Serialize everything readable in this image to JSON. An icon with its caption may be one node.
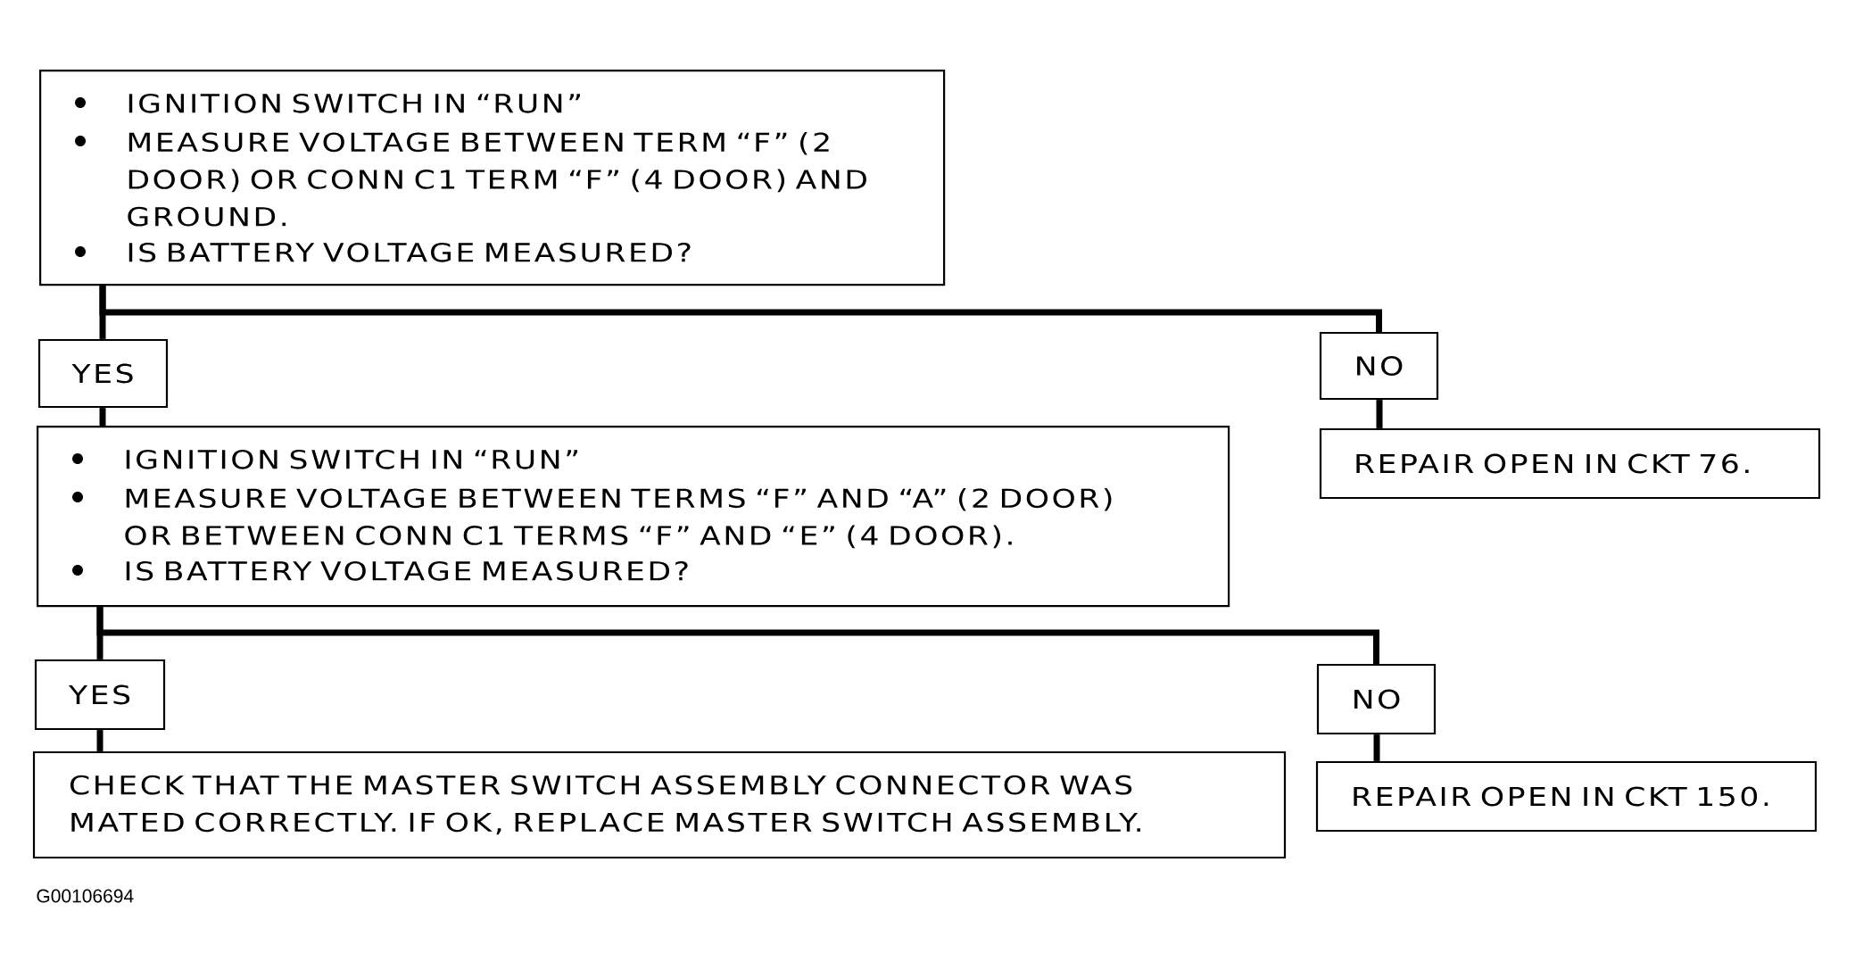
{
  "diagram": {
    "nodes": [
      {
        "text": [
          "IGNITION SWITCH IN “RUN”",
          "MEASURE VOLTAGE BETWEEN TERM “F” (2 DOOR) OR CONN C1 TERM “F” (4 DOOR) AND GROUND.",
          "IS BATTERY VOLTAGE MEASURED?"
        ]
      },
      {
        "text": [
          "YES"
        ]
      },
      {
        "text": [
          "NO"
        ]
      },
      {
        "text": [
          "IGNITION SWITCH IN “RUN”",
          "MEASURE VOLTAGE BETWEEN TERMS “F” AND “A” (2 DOOR) OR BETWEEN CONN C1 TERMS “F” AND “E” (4 DOOR).",
          "IS BATTERY VOLTAGE MEASURED?"
        ]
      },
      {
        "text": [
          "REPAIR OPEN IN CKT 76."
        ]
      },
      {
        "text": [
          "YES"
        ]
      },
      {
        "text": [
          "NO"
        ]
      },
      {
        "text": [
          "CHECK THAT THE MASTER SWITCH ASSEMBLY CONNECTOR WAS MATED CORRECTLY. IF OK, REPLACE MASTER SWITCH ASSEMBLY."
        ]
      },
      {
        "text": [
          "REPAIR OPEN IN CKT 150."
        ]
      }
    ],
    "edges": [
      {
        "from": 0,
        "to": 1,
        "arrow": "none"
      },
      {
        "from": 0,
        "to": 2,
        "arrow": "none"
      },
      {
        "from": 1,
        "to": 3,
        "arrow": "none"
      },
      {
        "from": 2,
        "to": 4,
        "arrow": "none"
      },
      {
        "from": 3,
        "to": 5,
        "arrow": "none"
      },
      {
        "from": 3,
        "to": 6,
        "arrow": "none"
      },
      {
        "from": 5,
        "to": 7,
        "arrow": "none"
      },
      {
        "from": 6,
        "to": 8,
        "arrow": "none"
      }
    ],
    "labels": [
      "G00106694"
    ]
  }
}
